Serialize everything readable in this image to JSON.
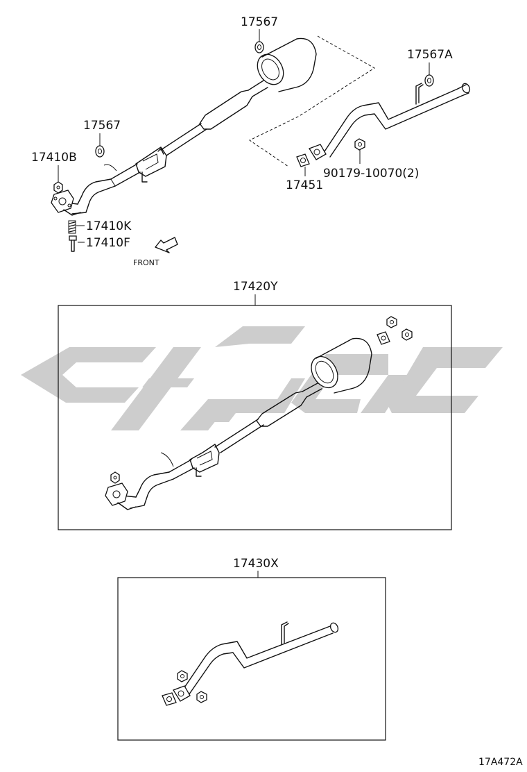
{
  "labels": {
    "p17567_top": "17567",
    "p17567a": "17567A",
    "p17567_left": "17567",
    "p17410b": "17410B",
    "p17410k": "17410K",
    "p17410f": "17410F",
    "p17451": "17451",
    "p90179": "90179-10070(2)",
    "front": "FRONT",
    "p17420y": "17420Y",
    "p17430x": "17430X",
    "diagram_code": "17A472A"
  },
  "watermark": {
    "color": "#c8c8c8"
  }
}
